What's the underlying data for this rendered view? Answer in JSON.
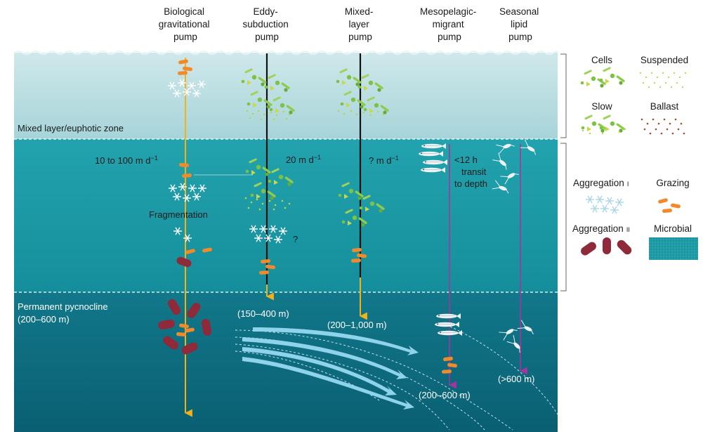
{
  "headers": {
    "biological": [
      "Biological",
      "gravitational",
      "pump"
    ],
    "eddy": [
      "Eddy-",
      "subduction",
      "pump"
    ],
    "mixed": [
      "Mixed-",
      "layer",
      "pump"
    ],
    "meso": [
      "Mesopelagic-",
      "migrant",
      "pump"
    ],
    "lipid": [
      "Seasonal",
      "lipid",
      "pump"
    ]
  },
  "zones": {
    "mixed_layer": "Mixed layer/euphotic zone",
    "pycnocline": [
      "Permanent pycnocline",
      "(200–600 m)"
    ]
  },
  "rates": {
    "gravitational": "10 to 100 m d",
    "gravitational_sup": "−1",
    "eddy": "20 m d",
    "eddy_sup": "−1",
    "mixed": "? m d",
    "mixed_sup": "−1",
    "transit": [
      "<12 h",
      "transit",
      "to depth"
    ]
  },
  "annotations": {
    "fragmentation": "Fragmentation",
    "question": "?"
  },
  "depths": {
    "eddy": "(150–400 m)",
    "mixed": "(200–1,000 m)",
    "meso": "(200–600 m)",
    "lipid": "(>600 m)"
  },
  "legend": {
    "cells": "Cells",
    "suspended": "Suspended",
    "slow": "Slow",
    "ballast": "Ballast",
    "aggregation1": "Aggregation",
    "aggregation1_mark": "I",
    "grazing": "Grazing",
    "aggregation2": "Aggregation",
    "aggregation2_mark": "II",
    "microbial": "Microbial"
  },
  "colors": {
    "surface": "#b7dde0",
    "mid": "#1c9aa6",
    "deep": "#0d6f80",
    "sinking_arrow": "#f2b21b",
    "migrant_arrow": "#a236a0",
    "flow_arrow": "#8fd3ea",
    "grazer": "#f28a2a",
    "aggregate": "#8e2a3a",
    "snow": "#ffffff",
    "phyto": "#7cc243",
    "ballast": "#b5452e"
  }
}
